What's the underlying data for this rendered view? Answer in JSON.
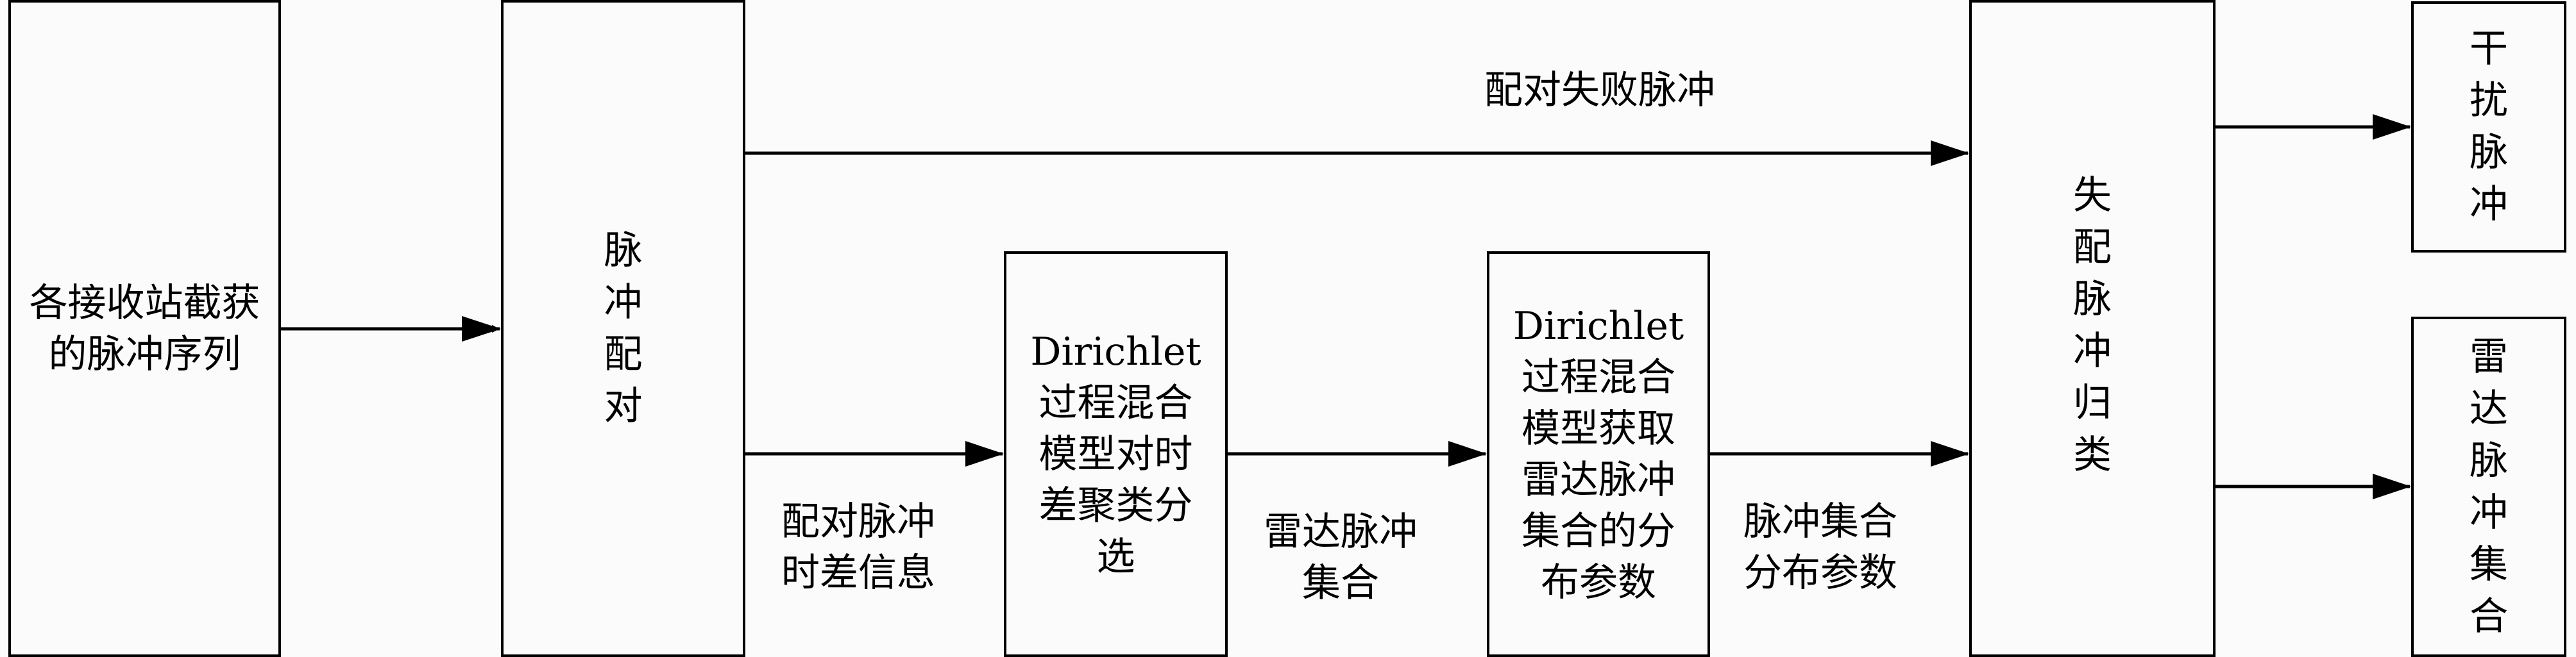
{
  "nodes": {
    "input": {
      "lines": [
        "各接收站截获",
        "的脉冲序列"
      ]
    },
    "pairing": {
      "chars": [
        "脉",
        "冲",
        "配",
        "对"
      ]
    },
    "dp_cluster": {
      "lines": [
        "Dirichlet",
        "过程混合",
        "模型对时",
        "差聚类分",
        "选"
      ]
    },
    "dp_params": {
      "lines": [
        "Dirichlet",
        "过程混合",
        "模型获取",
        "雷达脉冲",
        "集合的分",
        "布参数"
      ]
    },
    "classify": {
      "chars": [
        "失",
        "配",
        "脉",
        "冲",
        "归",
        "类"
      ]
    },
    "interference": {
      "chars": [
        "干",
        "扰",
        "脉",
        "冲"
      ]
    },
    "radar_set": {
      "chars": [
        "雷",
        "达",
        "脉",
        "冲",
        "集",
        "合"
      ]
    }
  },
  "edges": {
    "pair_fail": {
      "lines": [
        "配对失败脉冲"
      ]
    },
    "pair_tdoa": {
      "lines": [
        "配对脉冲",
        "时差信息"
      ]
    },
    "radar_pulse_set": {
      "lines": [
        "雷达脉冲",
        "集合"
      ]
    },
    "set_params": {
      "lines": [
        "脉冲集合",
        "分布参数"
      ]
    }
  }
}
